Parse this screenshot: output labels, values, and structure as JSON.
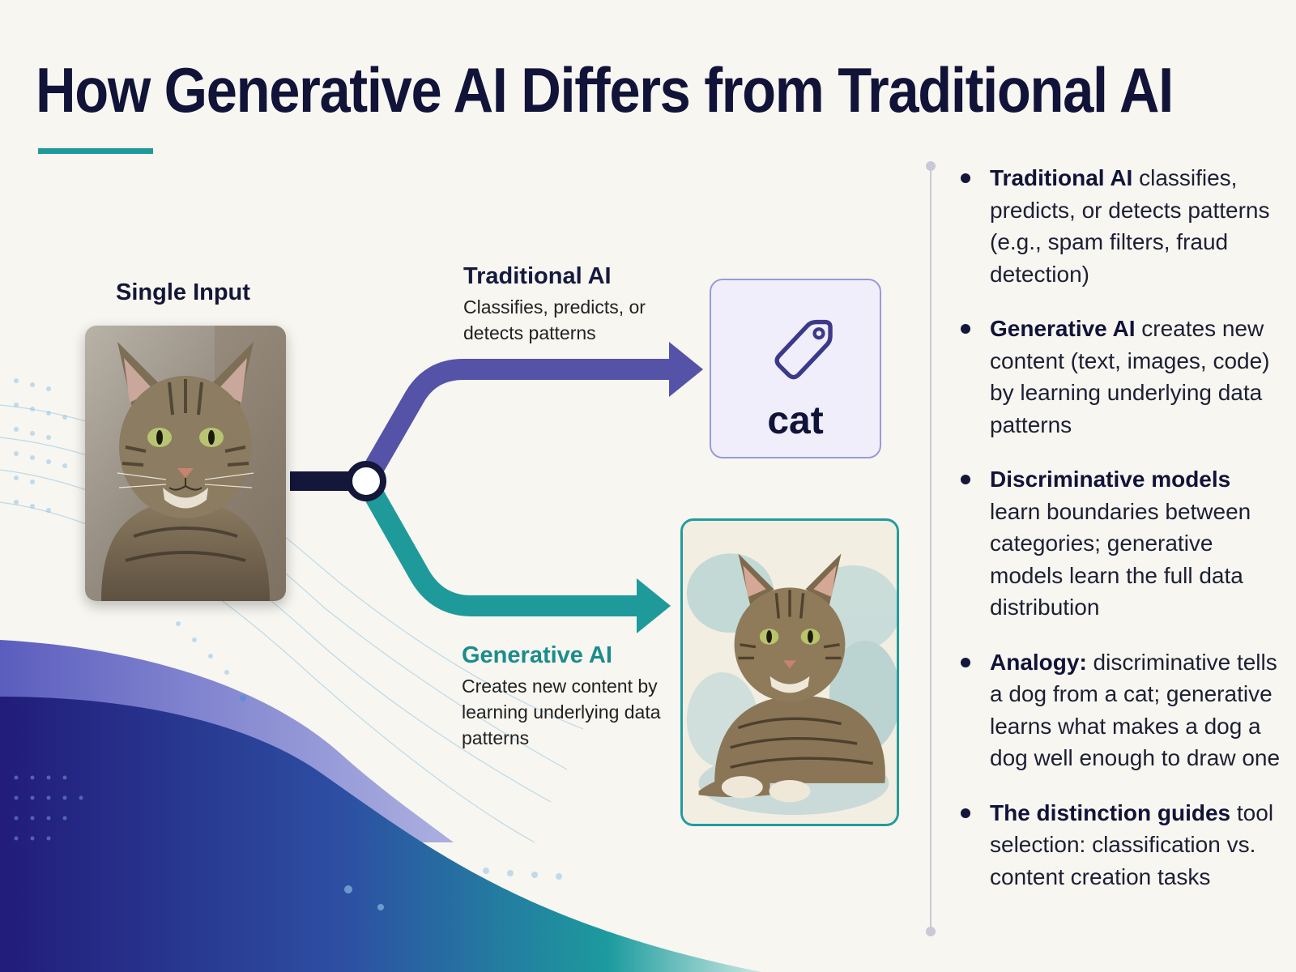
{
  "title": "How Generative AI Differs from Traditional AI",
  "input": {
    "label": "Single Input",
    "image_alt": "photo of a tabby cat"
  },
  "branches": {
    "traditional": {
      "label": "Traditional AI",
      "description": "Classifies, predicts, or detects patterns",
      "output_tag": "cat",
      "output_icon": "tag-icon"
    },
    "generative": {
      "label": "Generative AI",
      "description": "Creates new content by learning underlying data patterns",
      "output_image_alt": "watercolor painting of a tabby cat"
    }
  },
  "bullets": [
    {
      "bold": "Traditional AI",
      "text": " classifies, predicts, or detects patterns (e.g., spam filters, fraud detection)"
    },
    {
      "bold": "Generative AI",
      "text": " creates new content (text, images, code) by learning underlying data patterns"
    },
    {
      "bold": "Discriminative models",
      "text": " learn boundaries between categories; generative models learn the full data distribution"
    },
    {
      "bold": "Analogy:",
      "text": " discriminative tells a dog from a cat; generative learns what makes a dog a dog well enough to draw one"
    },
    {
      "bold": "The distinction guides",
      "text": " tool selection: classification vs. content creation tasks"
    }
  ],
  "colors": {
    "traditional_branch": "#5553a8",
    "generative_branch": "#1f9a9a",
    "input_line": "#14163a",
    "accent": "#1f9a9a"
  }
}
